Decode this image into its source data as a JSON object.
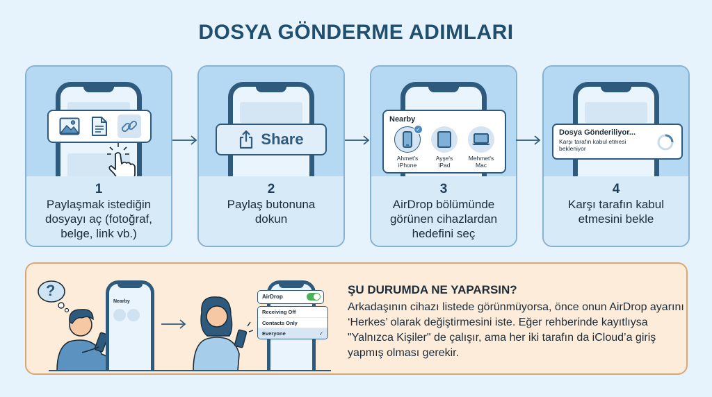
{
  "title": "DOSYA GÖNDERME ADIMLARI",
  "colors": {
    "background": "#e6f3fc",
    "title": "#1f4e6e",
    "card_top": "#b6d9f3",
    "card_bottom": "#d6eaf8",
    "card_border": "#86b3d3",
    "phone_frame": "#2d5a7d",
    "tip_background": "#fdecd9",
    "tip_border": "#dba673",
    "toggle_on": "#4bb05a"
  },
  "steps": [
    {
      "number": "1",
      "text": "Paylaşmak istediğin dosyayı aç (fotoğraf, belge, link vb.)",
      "icons": [
        "image-icon",
        "document-icon",
        "link-icon",
        "tap-hand-icon"
      ]
    },
    {
      "number": "2",
      "text": "Paylaş butonuna dokun",
      "share_label": "Share",
      "icons": [
        "share-icon"
      ]
    },
    {
      "number": "3",
      "text": "AirDrop bölümünde görünen cihazlardan hedefini seç",
      "nearby_title": "Nearby",
      "devices": [
        {
          "name_line1": "Ahmet's",
          "name_line2": "iPhone",
          "icon": "iphone-icon",
          "selected": true
        },
        {
          "name_line1": "Ayşe's",
          "name_line2": "iPad",
          "icon": "ipad-icon",
          "selected": false
        },
        {
          "name_line1": "Mehmet's",
          "name_line2": "Mac",
          "icon": "laptop-icon",
          "selected": false
        }
      ]
    },
    {
      "number": "4",
      "text": "Karşı tarafın kabul etmesini bekle",
      "toast_title": "Dosya Gönderiliyor...",
      "toast_subtitle": "Karşı tarafın kabul etmesi bekleniyor",
      "icons": [
        "loading-spinner-icon"
      ]
    }
  ],
  "tip": {
    "title": "ŞU DURUMDA NE YAPARSIN?",
    "body": "Arkadaşının cihazı listede görünmüyorsa, önce onun AirDrop ayarını ‘Herkes’ olarak değiştirmesini iste. Eğer rehberinde kayıtlıysa \"Yalnızca Kişiler\" de çalışır, ama her iki tarafın da iCloud’a giriş yapmış olması gerekir.",
    "illustration": {
      "question_mark": "?",
      "nearby_label": "Nearby",
      "airdrop_label": "AirDrop",
      "airdrop_toggle": "on",
      "options": [
        {
          "label": "Receiving Off",
          "selected": false
        },
        {
          "label": "Contacts Only",
          "selected": false
        },
        {
          "label": "Everyone",
          "selected": true
        }
      ],
      "check_mark": "✓"
    }
  }
}
